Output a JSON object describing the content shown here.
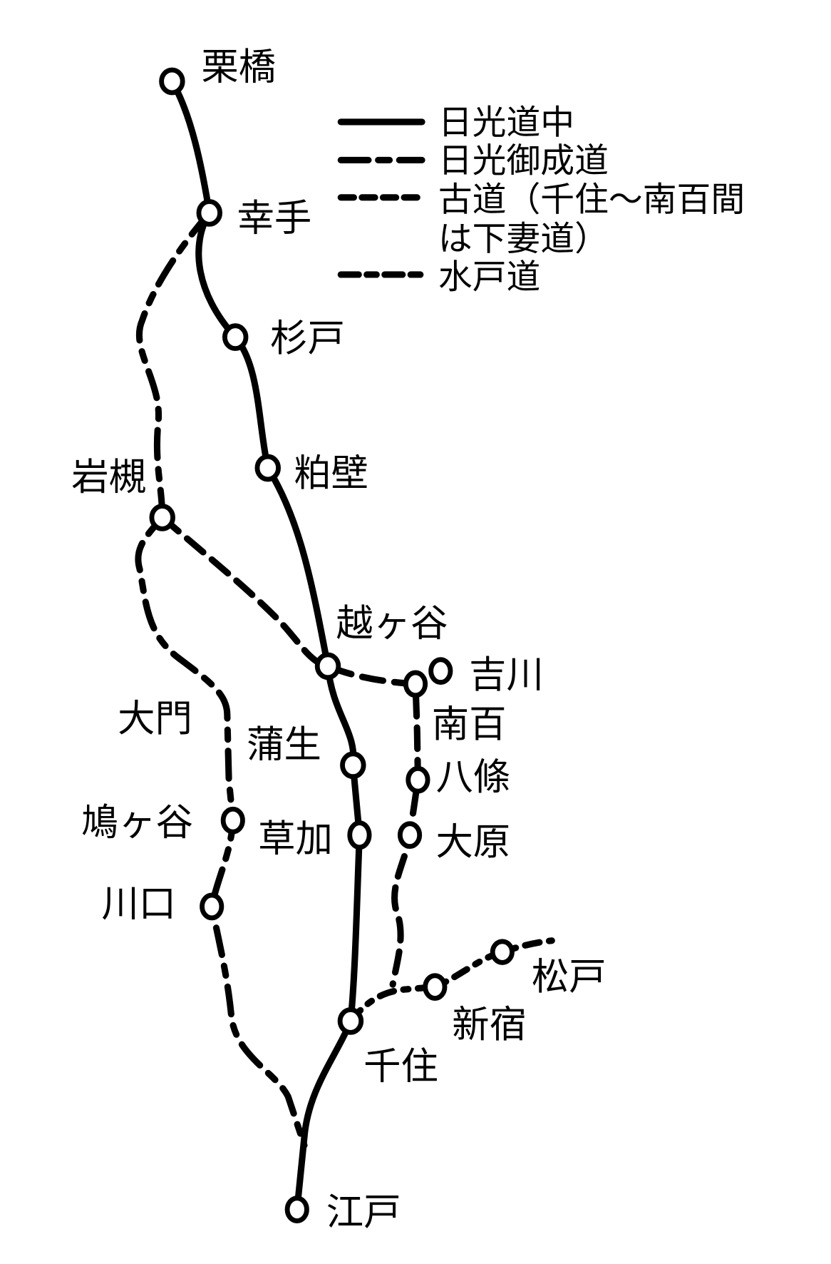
{
  "legend": [
    {
      "label": "日光道中",
      "style": "solid"
    },
    {
      "label": "日光御成道",
      "style": "dash-dot"
    },
    {
      "label": "古道（千住～南百間",
      "label2": "は下妻道）",
      "style": "dashed"
    },
    {
      "label": "水戸道",
      "style": "dotted-dash"
    }
  ],
  "stations": {
    "kurihashi": "栗橋",
    "satte": "幸手",
    "sugito": "杉戸",
    "kasukabe": "粕壁",
    "iwatsuki": "岩槻",
    "koshigaya": "越ヶ谷",
    "yoshikawa": "吉川",
    "nanbaku": "南百",
    "hachijo": "八條",
    "gamo": "蒲生",
    "soka": "草加",
    "ohara": "大原",
    "daimon": "大門",
    "hatogaya": "鳩ヶ谷",
    "kawaguchi": "川口",
    "senju": "千住",
    "shinjuku": "新宿",
    "matsudo": "松戸",
    "edo": "江戸"
  },
  "colors": {
    "line": "#000000",
    "background": "#ffffff"
  }
}
